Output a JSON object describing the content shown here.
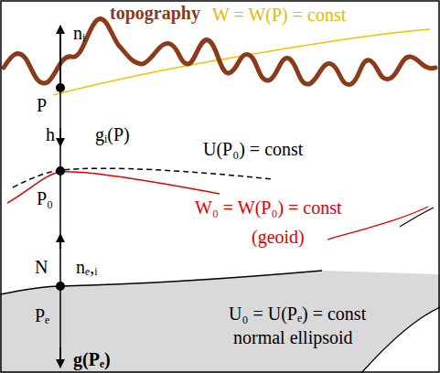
{
  "diagram": {
    "labels": [
      "nᵢ",
      "topography",
      "W = W(P) = const",
      "P",
      "h",
      "gᵢ(P)",
      "U(P₀) = const",
      "P₀",
      "N",
      "nₑ,ᵢ",
      "W₀ = W(P₀) = const",
      "(geoid)",
      "Pₑ",
      "U₀ = U(Pₑ) = const",
      "normal ellipsoid",
      "g(Pₑ)"
    ]
  }
}
